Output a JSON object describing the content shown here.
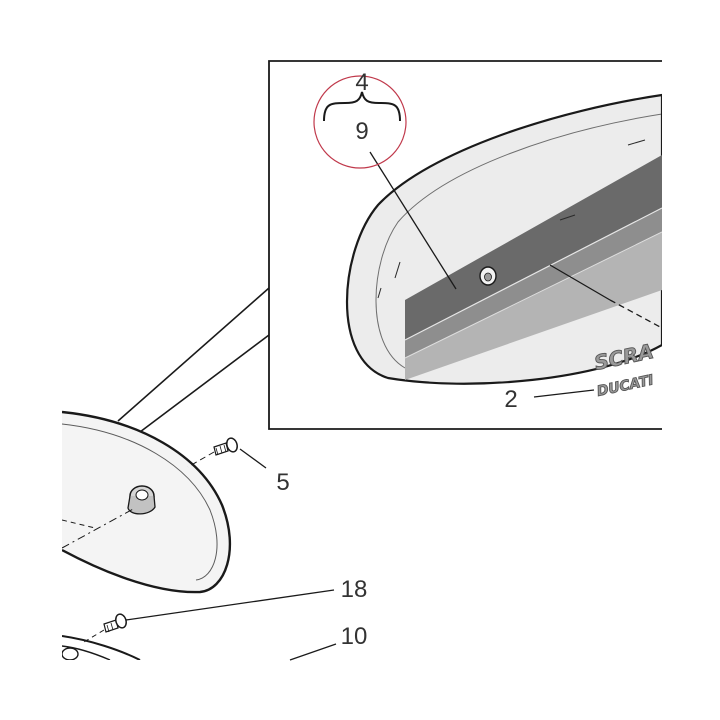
{
  "callouts": {
    "group_top": "4",
    "group_bottom": "9",
    "badge": "2",
    "screw": "5",
    "lower_screw": "18",
    "lower_part": "10"
  },
  "decals": {
    "line1": "SCRA",
    "line2": "DUCATI"
  },
  "colors": {
    "ink": "#1a1a1a",
    "panel_fill": "#ececec",
    "dark_stripe": "#6a6a6a",
    "mid_stripe": "#8e8e8e",
    "light_stripe": "#b4b4b4",
    "highlight_circle": "#c0394b"
  }
}
